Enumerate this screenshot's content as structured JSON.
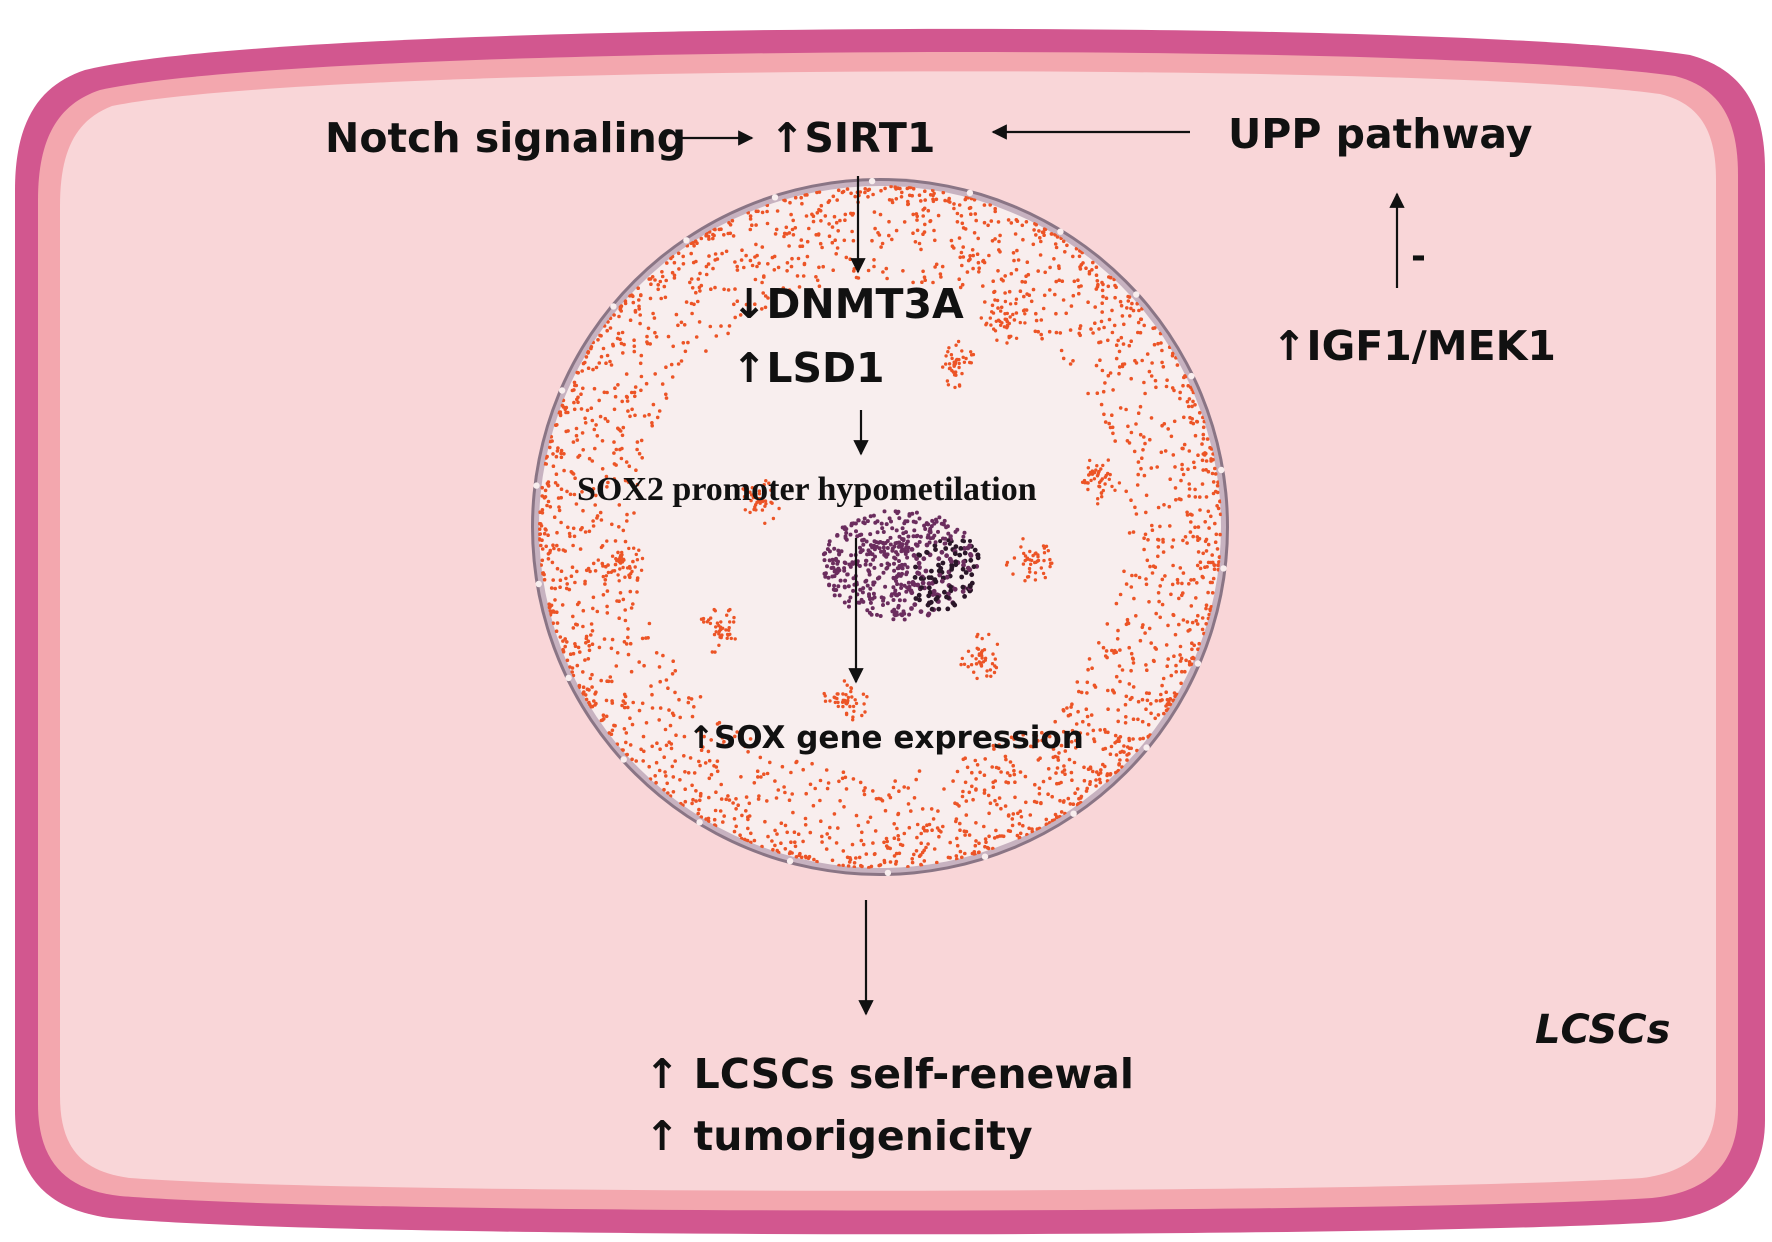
{
  "diagram": {
    "colors": {
      "membrane_outer": "#d2578f",
      "membrane_inner": "#f3a7ae",
      "cytoplasm": "#f9d6d8",
      "nucleus_fill": "#f8eeee",
      "nucleus_envelope": "#8a7585",
      "chromatin": "#ec5426",
      "nucleolus": "#6b2d5e",
      "text": "#111111"
    },
    "nodes": {
      "notch": "Notch signaling",
      "sirt1": "↑SIRT1",
      "upp": "UPP pathway",
      "igf1": "↑IGF1/MEK1",
      "inhibit_sign": "-",
      "dnmt3a": "↓DNMT3A",
      "lsd1": "↑LSD1",
      "sox2": "SOX2 promoter hypometilation",
      "sox_expr": "↑SOX gene expression",
      "self_renewal": "↑ LCSCs self-renewal",
      "tumorigenicity": "↑ tumorigenicity",
      "cell_label": "LCSCs"
    },
    "edges": [
      {
        "from": "notch",
        "to": "sirt1"
      },
      {
        "from": "upp",
        "to": "sirt1"
      },
      {
        "from": "igf1",
        "to": "upp",
        "sign": "-"
      },
      {
        "from": "sirt1",
        "to": "dnmt3a"
      },
      {
        "from": "lsd1",
        "to": "sox2"
      },
      {
        "from": "sox2",
        "to": "sox_expr"
      },
      {
        "from": "sox_expr",
        "to": "self_renewal"
      }
    ]
  }
}
